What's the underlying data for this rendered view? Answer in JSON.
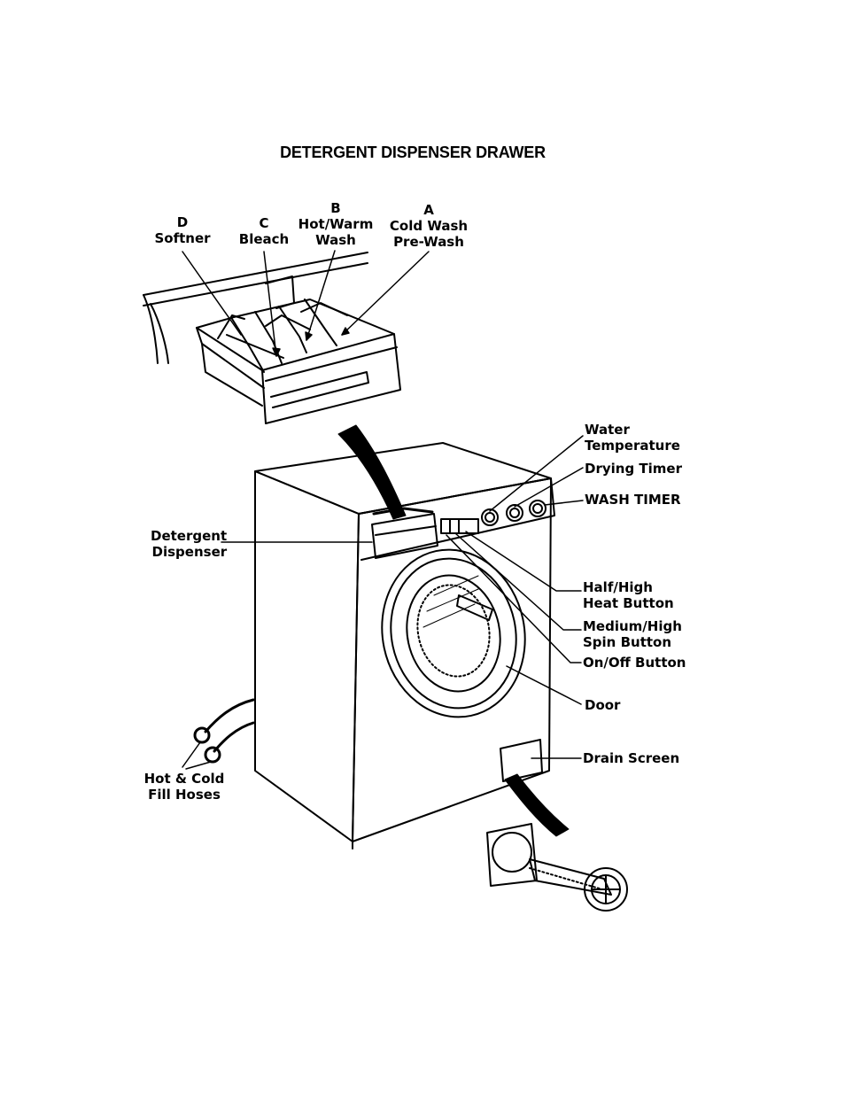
{
  "title": "DETERGENT DISPENSER DRAWER",
  "drawer_labels": [
    {
      "id": "d",
      "letter": "D",
      "text": [
        "Softner"
      ]
    },
    {
      "id": "c",
      "letter": "C",
      "text": [
        "Bleach"
      ]
    },
    {
      "id": "b",
      "letter": "B",
      "text": [
        "Hot/Warm",
        "Wash"
      ]
    },
    {
      "id": "a",
      "letter": "A",
      "text": [
        "Cold Wash",
        "Pre-Wash"
      ]
    }
  ],
  "machine_labels": {
    "water_temperature": [
      "Water",
      "Temperature"
    ],
    "drying_timer": "Drying Timer",
    "wash_timer": "WASH TIMER",
    "detergent_dispenser": [
      "Detergent",
      "Dispenser"
    ],
    "half_high_heat": [
      "Half/High",
      "Heat Button"
    ],
    "medium_high_spin": [
      "Medium/High",
      "Spin Button"
    ],
    "on_off": "On/Off Button",
    "door": "Door",
    "drain_screen": "Drain Screen",
    "hoses": [
      "Hot & Cold",
      "Fill Hoses"
    ]
  }
}
